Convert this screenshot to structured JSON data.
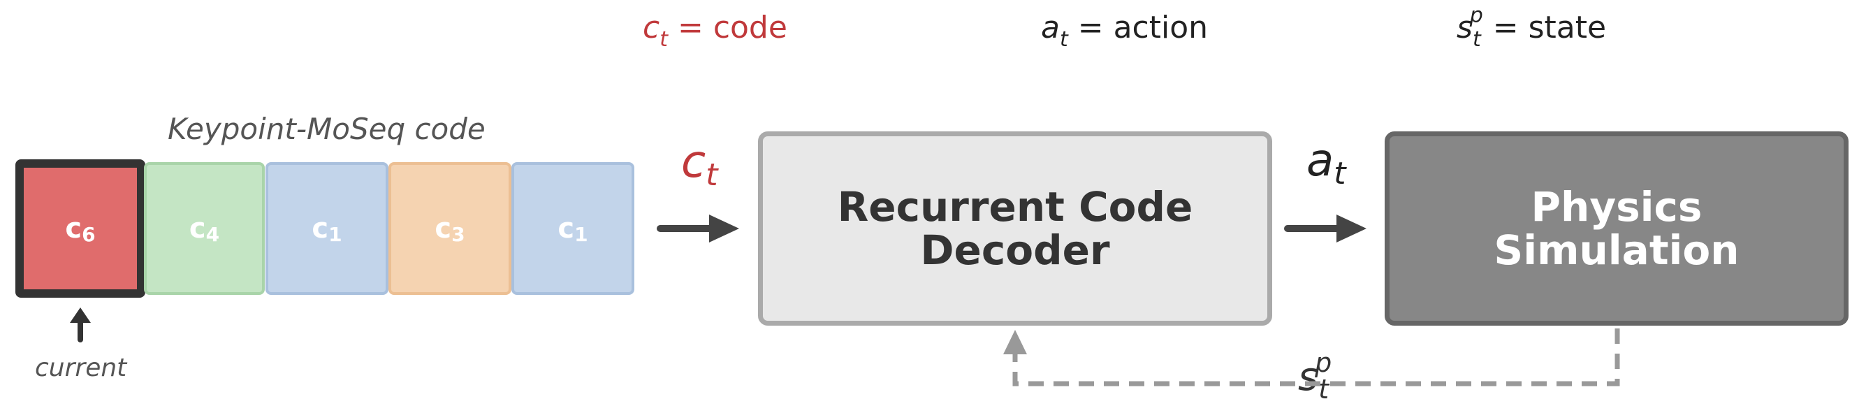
{
  "legend": {
    "code": {
      "symbol": "c",
      "subscript": "t",
      "text": "= code",
      "color": "#c0393b"
    },
    "action": {
      "symbol": "a",
      "subscript": "t",
      "text": "= action",
      "color": "#222222"
    },
    "state": {
      "symbol": "s",
      "subscript": "t",
      "superscript": "p",
      "text": "= state",
      "color": "#222222"
    }
  },
  "sequence": {
    "title": "Keypoint-MoSeq code",
    "cells": [
      {
        "label": "c",
        "sub": "6",
        "color": "#e06c6c",
        "border": "#333333",
        "current": true
      },
      {
        "label": "c",
        "sub": "4",
        "color": "#c4e5c4",
        "border": "#a9d4a9",
        "current": false
      },
      {
        "label": "c",
        "sub": "1",
        "color": "#c2d4ea",
        "border": "#a9c0dd",
        "current": false
      },
      {
        "label": "c",
        "sub": "3",
        "color": "#f5d3b1",
        "border": "#ecbf93",
        "current": false
      },
      {
        "label": "c",
        "sub": "1",
        "color": "#c2d4ea",
        "border": "#a9c0dd",
        "current": false
      }
    ],
    "current_label": "current"
  },
  "arrows": {
    "code_symbol": "c",
    "code_sub": "t",
    "action_symbol": "a",
    "action_sub": "t",
    "state_symbol": "s",
    "state_sub": "t",
    "state_sup": "p"
  },
  "decoder": {
    "line1": "Recurrent Code",
    "line2": "Decoder",
    "fill": "#e8e8e8",
    "border": "#aaaaaa"
  },
  "physics": {
    "line1": "Physics",
    "line2": "Simulation",
    "fill": "#878787",
    "border": "#666666"
  }
}
